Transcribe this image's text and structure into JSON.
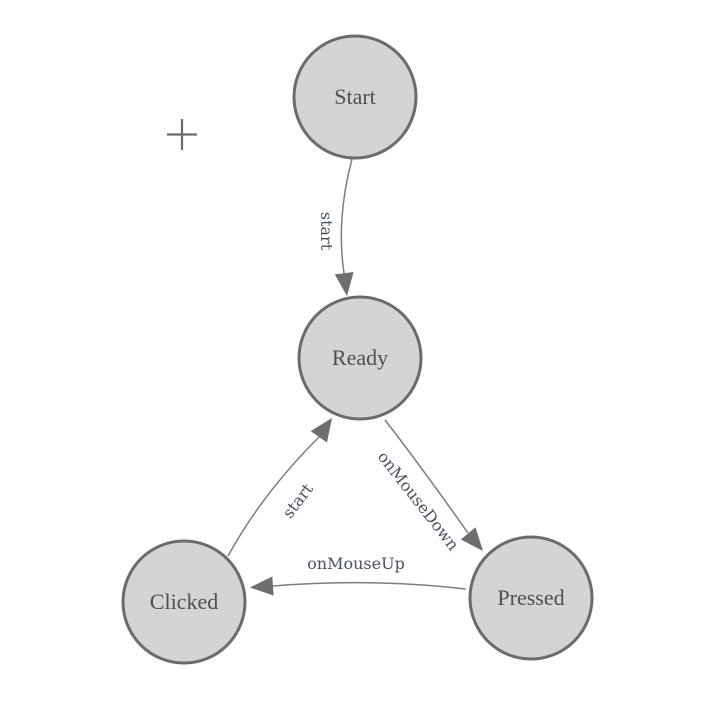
{
  "canvas": {
    "background": "#ffffff"
  },
  "colors": {
    "node_fill": "#d4d4d4",
    "node_stroke": "#6b6b6b",
    "node_text": "#4e4e55",
    "edge_stroke": "#7d7d7d",
    "edge_text": "#49505f",
    "arrow_fill": "#6e6e6e",
    "plus": "#6b6b6b"
  },
  "icons": {
    "plus": "+"
  },
  "nodes": [
    {
      "id": "start",
      "label": "Start"
    },
    {
      "id": "ready",
      "label": "Ready"
    },
    {
      "id": "clicked",
      "label": "Clicked"
    },
    {
      "id": "pressed",
      "label": "Pressed"
    }
  ],
  "edges": [
    {
      "from": "Start",
      "to": "Ready",
      "label": "start"
    },
    {
      "from": "Ready",
      "to": "Pressed",
      "label": "onMouseDown"
    },
    {
      "from": "Pressed",
      "to": "Clicked",
      "label": "onMouseUp"
    },
    {
      "from": "Clicked",
      "to": "Ready",
      "label": "start"
    }
  ]
}
